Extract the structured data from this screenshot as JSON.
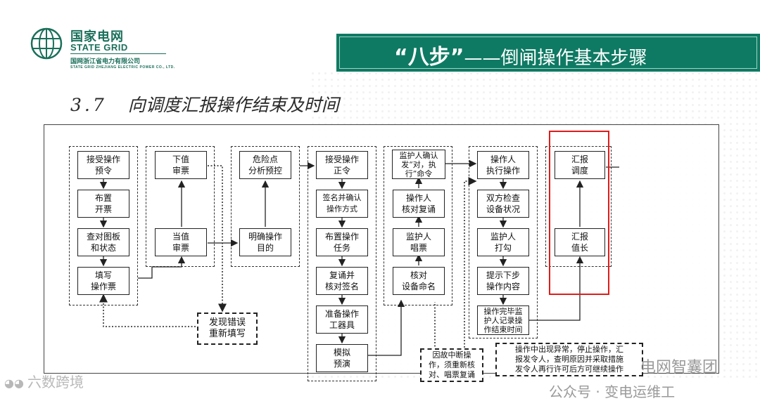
{
  "header": {
    "logo_cn": "国家电网",
    "logo_en": "STATE GRID",
    "logo_sub": "国网浙江省电力有限公司",
    "logo_sub_en": "STATE GRID ZHEJIANG ELECTRIC POWER CO., LTD.",
    "banner_title_quote": "“八步”",
    "banner_title_rest": "——倒闸操作基本步骤"
  },
  "section": {
    "number": "3.7",
    "title": "向调度汇报操作结束及时间"
  },
  "steps": {
    "s1": {
      "b1": "接受操作\n预令",
      "b2": "布置\n开票",
      "b3": "查对图板\n和状态",
      "b4": "填写\n操作票"
    },
    "s2": {
      "b1": "下值\n审票",
      "b2": "当值\n审票"
    },
    "s3": {
      "b1": "危险点\n分析预控",
      "b2": "明确操作\n目的"
    },
    "s4": {
      "b1": "接受操作\n正令",
      "b2": "签名并确认\n操作方式",
      "b3": "布置操作\n任务",
      "b4": "复诵并\n核对签名",
      "b5": "准备操作\n工器具",
      "b6": "模拟\n预演"
    },
    "s5": {
      "b1": "监护人确认\n发“对，执\n行”命令",
      "b2": "操作人\n核对复诵",
      "b3": "监护人\n唱票",
      "b4": "核对\n设备命名"
    },
    "s6": {
      "b1": "操作人\n执行操作",
      "b2": "双方检查\n设备状况",
      "b3": "监护人\n打勾",
      "b4": "提示下步\n操作内容",
      "b5": "操作完毕监\n护人记录操\n作结束时间"
    },
    "s7": {
      "b1": "汇报\n调度",
      "b2": "汇报\n值长"
    }
  },
  "notes": {
    "error": "发现错误\n重新填写",
    "interrupt": "因故中断操\n作，须重新核\n对、唱票复诵",
    "abnormal": "操作中出现异常，停止操作，汇\n报发令人，查明原因并采取措施\n发令人再行许可后方可继续操作"
  },
  "watermarks": {
    "left": "六数跨境",
    "right": "电网智囊团",
    "bottom": "公众号 · 变电运维工"
  },
  "colors": {
    "brand_green": "#0f7a63",
    "highlight_red": "#e01b1b"
  }
}
